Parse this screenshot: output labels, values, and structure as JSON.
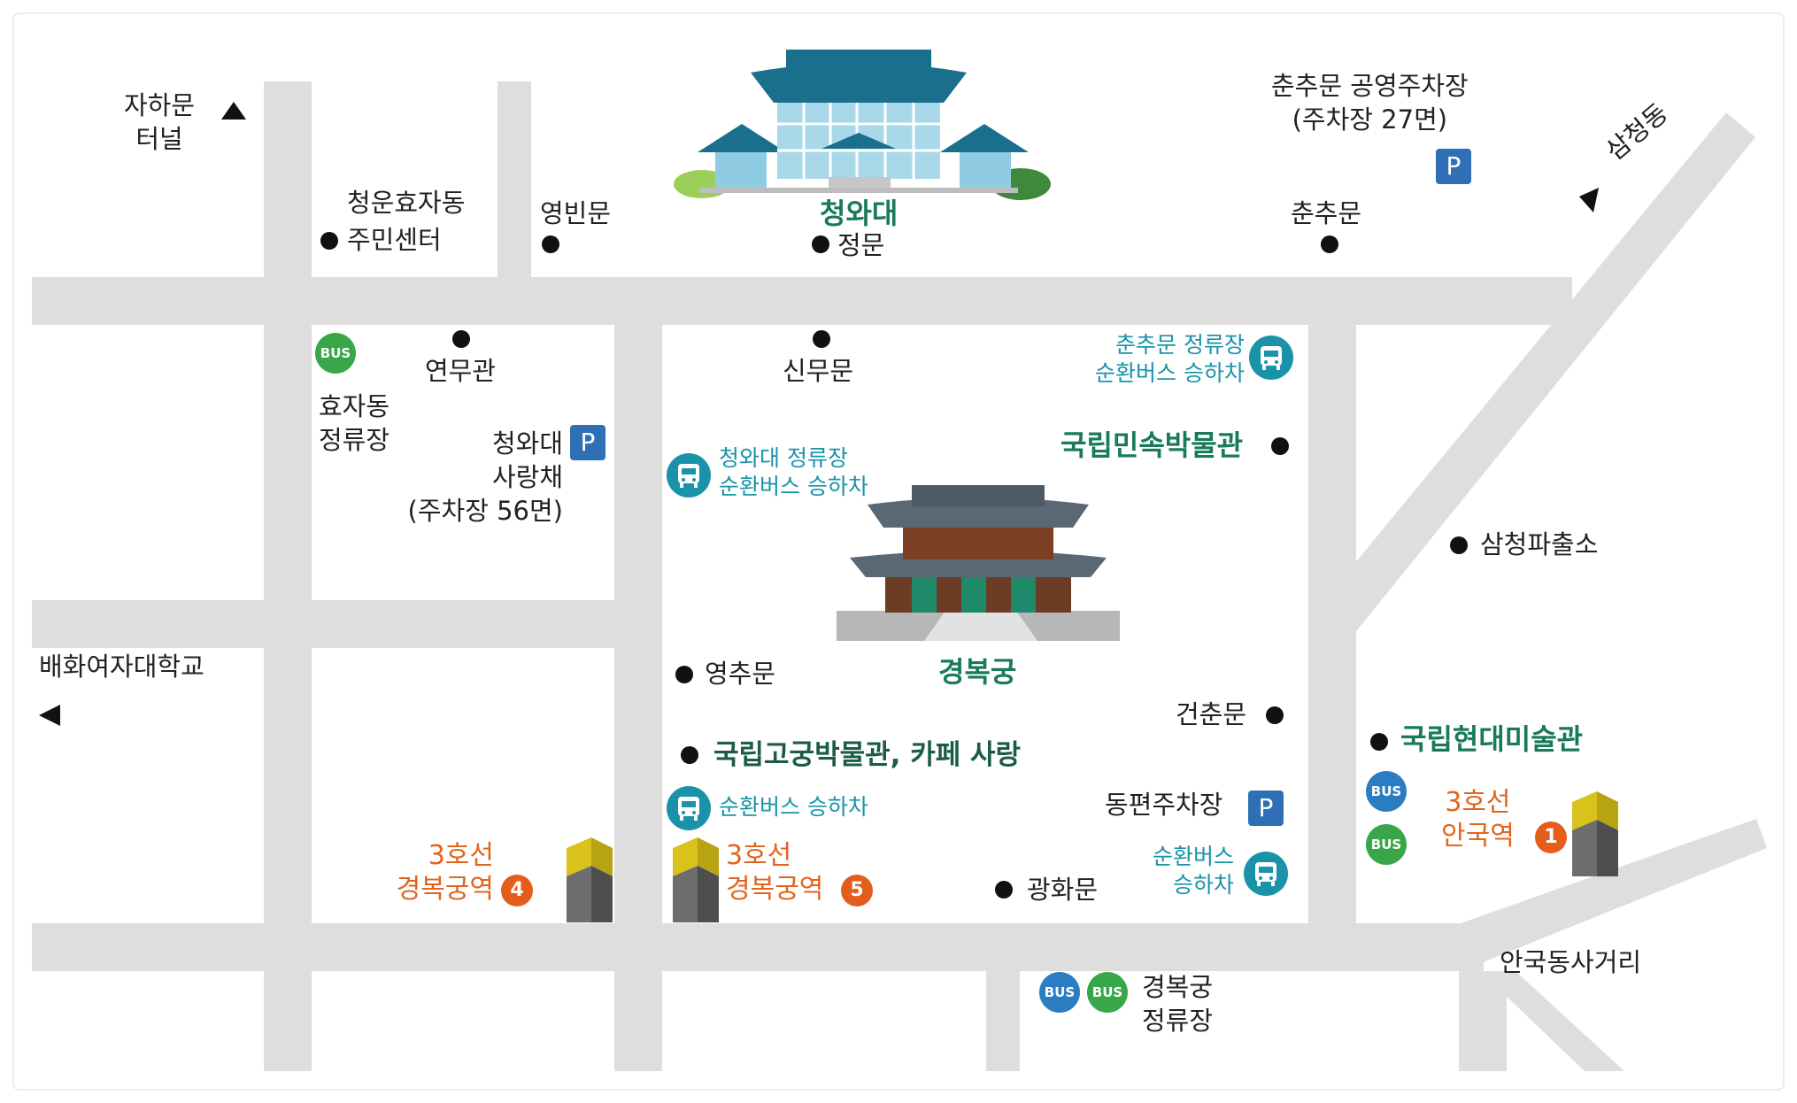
{
  "colors": {
    "road": "#dedede",
    "landmark_text": "#187a5a",
    "bus_stop_text": "#1a93a9",
    "station_text": "#e3641c",
    "parking": "#2f6fb5",
    "bus_green": "#3aa64a",
    "bus_blue": "#2b7cc2",
    "station_badge": "#e45d1a",
    "roof_teal": "#1a6f8c",
    "roof_gray": "#596874"
  },
  "labels": {
    "jahamun_tunnel": "자하문\n터널",
    "cheongun_center": "청운효자동\n주민센터",
    "yeongbinmun": "영빈문",
    "cheongwadae": "청와대",
    "jeongmun": "정문",
    "chunchumun_parking": "춘추문 공영주차장\n(주차장 27면)",
    "chunchumun": "춘추문",
    "samcheongdong": "삼청동",
    "yeonmugwan": "연무관",
    "hyojadong_stop": "효자동\n정류장",
    "sarangchae": "청와대\n사랑채\n(주차장 56면)",
    "sinmumun": "신무문",
    "chunchumun_stop": "춘추문 정류장\n순환버스 승하차",
    "folk_museum": "국립민속박물관",
    "cheongwadae_stop": "청와대 정류장\n순환버스 승하차",
    "samcheong_police": "삼청파출소",
    "baehwa": "배화여자대학교",
    "yeongchumun": "영추문",
    "gyeongbokgung": "경복궁",
    "geonchunmun": "건춘문",
    "palace_museum": "국립고궁박물관, 카페 사랑",
    "modern_art": "국립현대미술관",
    "circular_bus": "순환버스 승하차",
    "east_parking": "동편주차장",
    "circular_bus2": "순환버스\n승하차",
    "gwanghwamun": "광화문",
    "station4_line": "3호선\n경복궁역",
    "station5_line": "3호선\n경복궁역",
    "anguk_line": "3호선\n안국역",
    "anguk_intersection": "안국동사거리",
    "gyeongbokgung_stop": "경복궁\n정류장"
  },
  "badges": {
    "bus": "BUS",
    "parking": "P",
    "exit4": "4",
    "exit5": "5",
    "exit1": "1"
  },
  "icons": {
    "tunnel_arrow": "triangle-up-icon",
    "samcheong_arrow": "triangle-up-left-icon",
    "baehwa_arrow": "triangle-left-icon",
    "bus_stop": "bus-stop-icon",
    "subway_exit": "subway-exit-icon",
    "poi": "dot-icon"
  }
}
